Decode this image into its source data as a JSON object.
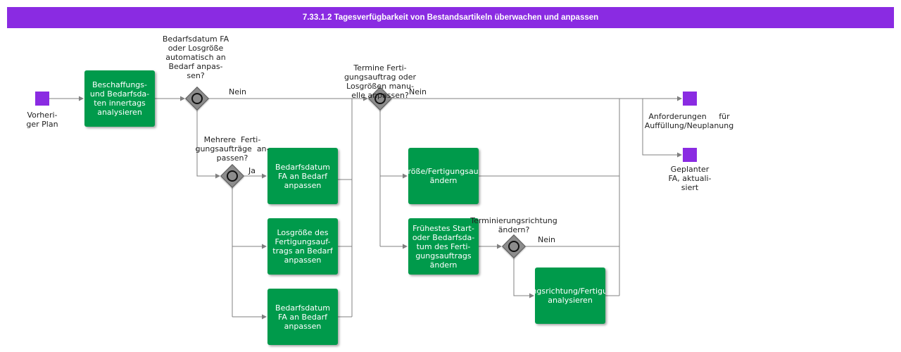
{
  "title": "7.33.1.2 Tagesverfügbarkeit von Bestandsartikeln überwachen und anpassen",
  "colors": {
    "title_bar": "#8a2be2",
    "task": "#009a4b",
    "event": "#8a2be2",
    "gateway": "#8c8c8c",
    "edge": "#808080"
  },
  "events": {
    "start_label": "Vorheri-\nger Plan",
    "end_request_label": "Anforderungen     für\nAuffüllung/Neuplanung",
    "end_planned_label": "Geplanter\nFA, aktuali-\nsiert"
  },
  "tasks": {
    "analyze_data": "Beschaffungs-\nund Bedarfsda-\nten innertags\nanalysieren",
    "adjust_date_1": "Bedarfsdatum\nFA an Bedarf\nanpassen",
    "adjust_lot_size": "Losgröße des\nFertigungsauf-\ntrags an Bedarf\nanpassen",
    "adjust_date_2": "Bedarfsdatum\nFA an Bedarf\nanpassen",
    "change_lot_size": "Losgröße/Fertigungsauftrag\nändern",
    "change_start_date": "Frühestes Start-\noder Bedarfsda-\ntum des Ferti-\ngungsauftrags\nändern",
    "analyze_direction": "Terminierungsrichtung/Fertigungsauftrag\nanalysieren"
  },
  "gateways": {
    "auto_adjust_question": "Bedarfsdatum FA\noder Losgröße\nautomatisch an\nBedarf anpas-\nsen?",
    "multiple_orders_question": "Mehrere  Ferti-\ngungsaufträge  an-\npassen?",
    "manual_adjust_question": "Termine Ferti-\ngungsauftrag oder\nLosgrößen manu-\nelle anpassen?",
    "direction_question": "Terminierungsrichtung\nändern?"
  },
  "edge_labels": {
    "nein_1": "Nein",
    "ja_1": "Ja",
    "nein_2": "Nein",
    "nein_3": "Nein"
  }
}
